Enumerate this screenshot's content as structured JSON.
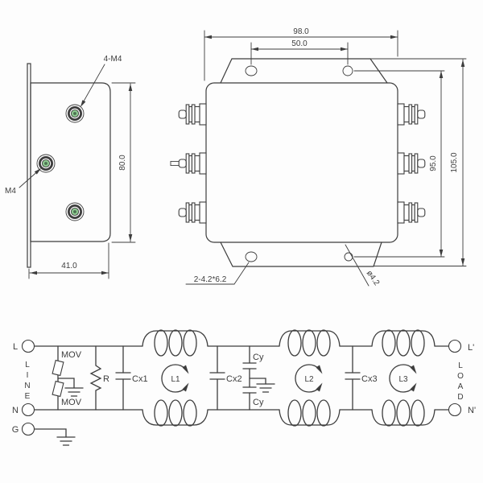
{
  "colors": {
    "ink": "#3d3d3d",
    "screw_green": "#8cc88f",
    "bg": "#fdfdfd"
  },
  "side_view": {
    "callout_4m4": "4-M4",
    "callout_m4": "M4",
    "dim_height": "80.0",
    "dim_width": "41.0"
  },
  "top_view": {
    "dim_width": "98.0",
    "dim_hole_spacing": "50.0",
    "dim_hole_span": "95.0",
    "dim_overall_height": "105.0",
    "callout_slots": "2-4.2*6.2",
    "callout_hole_dia": "ø4.2"
  },
  "schematic": {
    "terminals": {
      "l": "L",
      "n": "N",
      "g": "G",
      "l_out": "L'",
      "n_out": "N'"
    },
    "line_letters": [
      "L",
      "I",
      "N",
      "E"
    ],
    "load_letters": [
      "L",
      "O",
      "A",
      "D"
    ],
    "labels": {
      "mov_top": "MOV",
      "mov_bottom": "MOV",
      "r": "R",
      "cx1": "Cx1",
      "cx2": "Cx2",
      "cy_top": "Cy",
      "cy_bottom": "Cy",
      "cx3": "Cx3",
      "l1": "L1",
      "l2": "L2",
      "l3": "L3"
    }
  }
}
